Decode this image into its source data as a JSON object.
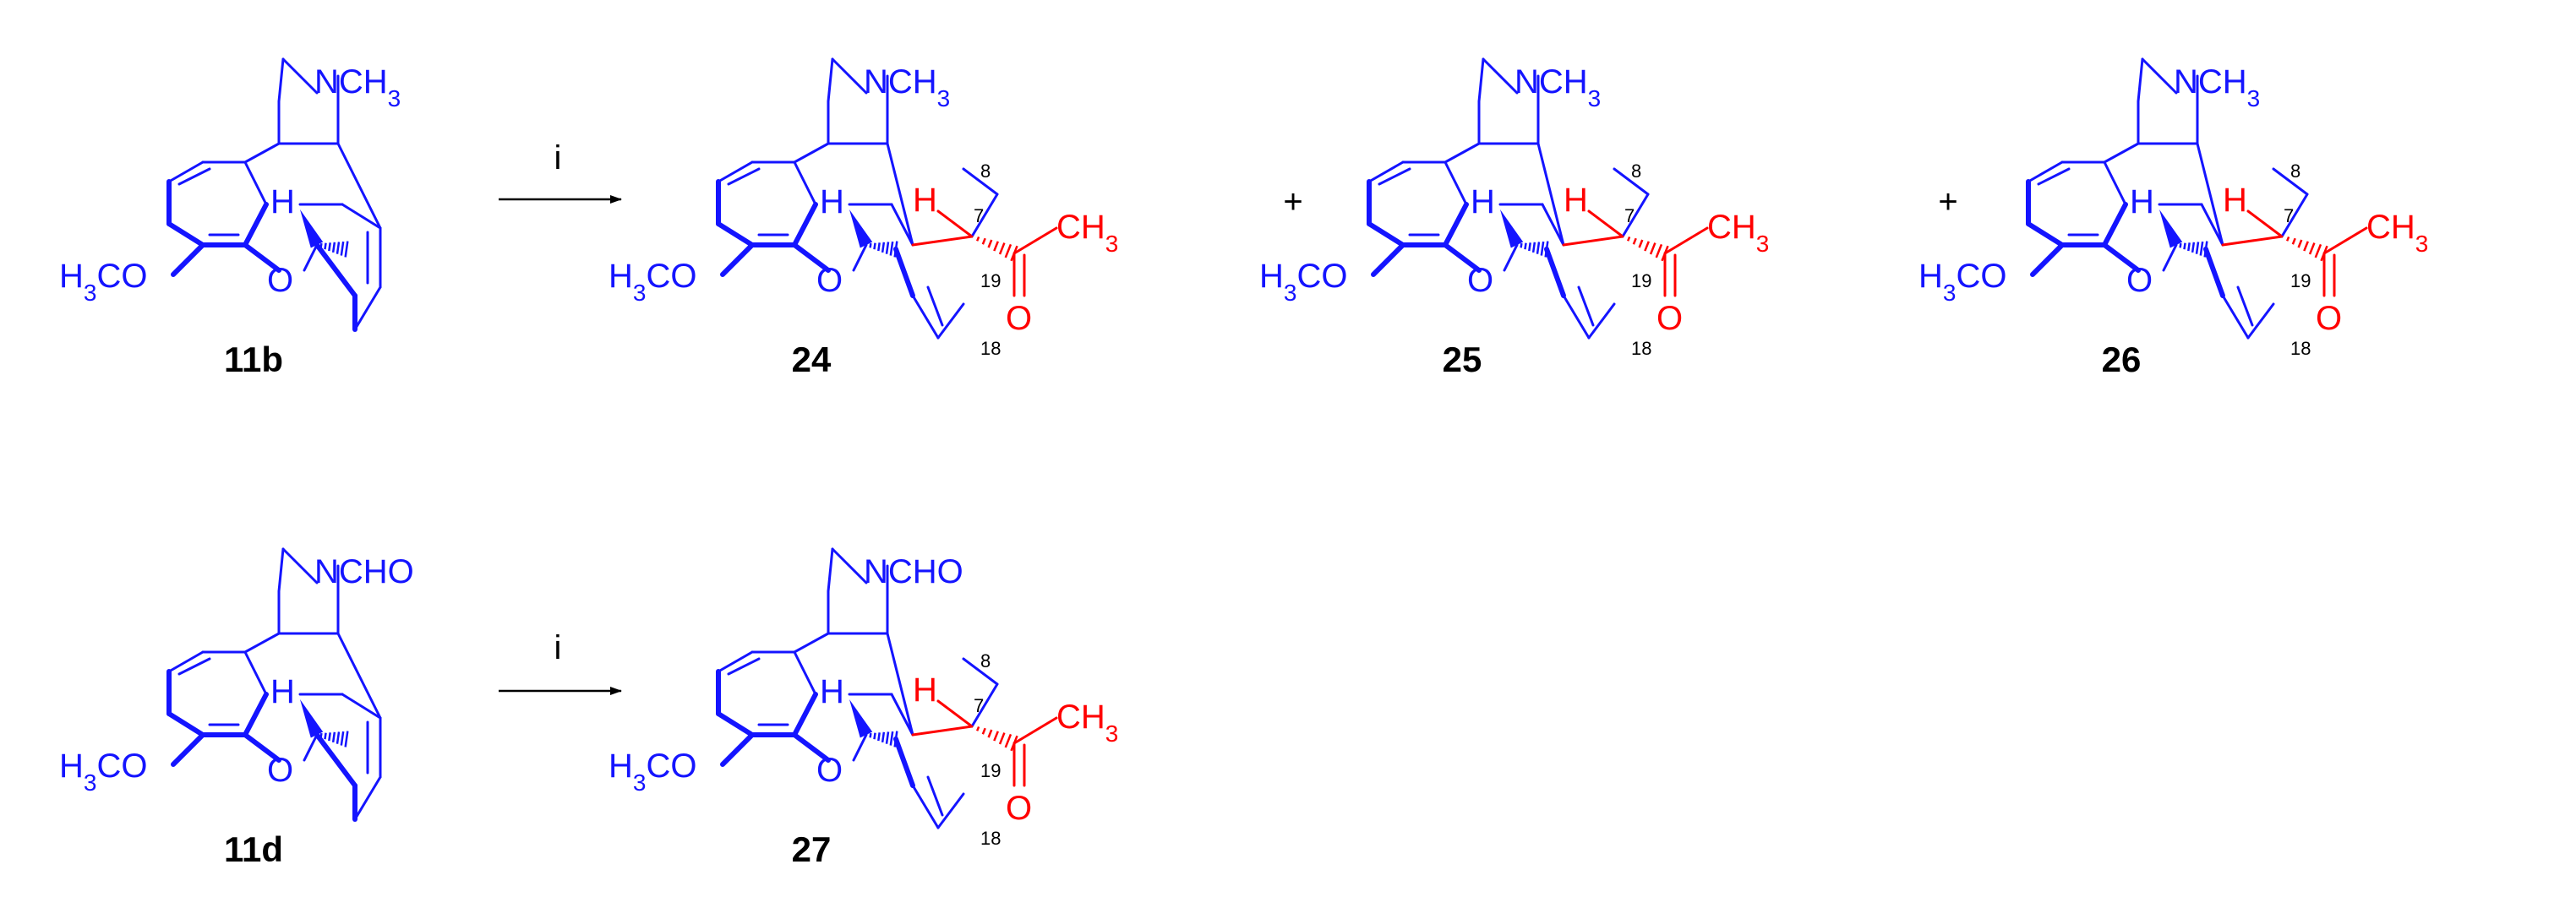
{
  "colors": {
    "blue": "#1414ff",
    "red": "#ff0000",
    "black": "#000000"
  },
  "reagent": "i",
  "plus": "+",
  "row1": {
    "start": {
      "label": "11b",
      "nsub": "NCH3",
      "ome": "H3CO",
      "o": "O",
      "h": "H"
    },
    "p24": {
      "label": "24",
      "nsub": "NCH3",
      "ome": "H3CO",
      "o": "O",
      "h": "H",
      "ketone_ch3": "CH3",
      "ketone_o": "O",
      "c7": "7",
      "c8": "8",
      "c18": "18",
      "c19": "19"
    },
    "p25": {
      "label": "25",
      "nsub": "NCH3",
      "ome": "H3CO",
      "o": "O",
      "h": "H",
      "ketone_ch3": "CH3",
      "ketone_o": "O",
      "c7": "7",
      "c8": "8",
      "c18": "18",
      "c19": "19"
    },
    "p26": {
      "label": "26",
      "nsub": "NCH3",
      "ome": "H3CO",
      "o": "O",
      "h": "H",
      "ketone_ch3": "CH3",
      "ketone_o": "O",
      "c7": "7",
      "c8": "8",
      "c18": "18",
      "c19": "19"
    }
  },
  "row2": {
    "start": {
      "label": "11d",
      "nsub": "NCHO",
      "ome": "H3CO",
      "o": "O",
      "h": "H"
    },
    "p27": {
      "label": "27",
      "nsub": "NCHO",
      "ome": "H3CO",
      "o": "O",
      "h": "H",
      "ketone_ch3": "CH3",
      "ketone_o": "O",
      "c7": "7",
      "c8": "8",
      "c18": "18",
      "c19": "19"
    }
  }
}
